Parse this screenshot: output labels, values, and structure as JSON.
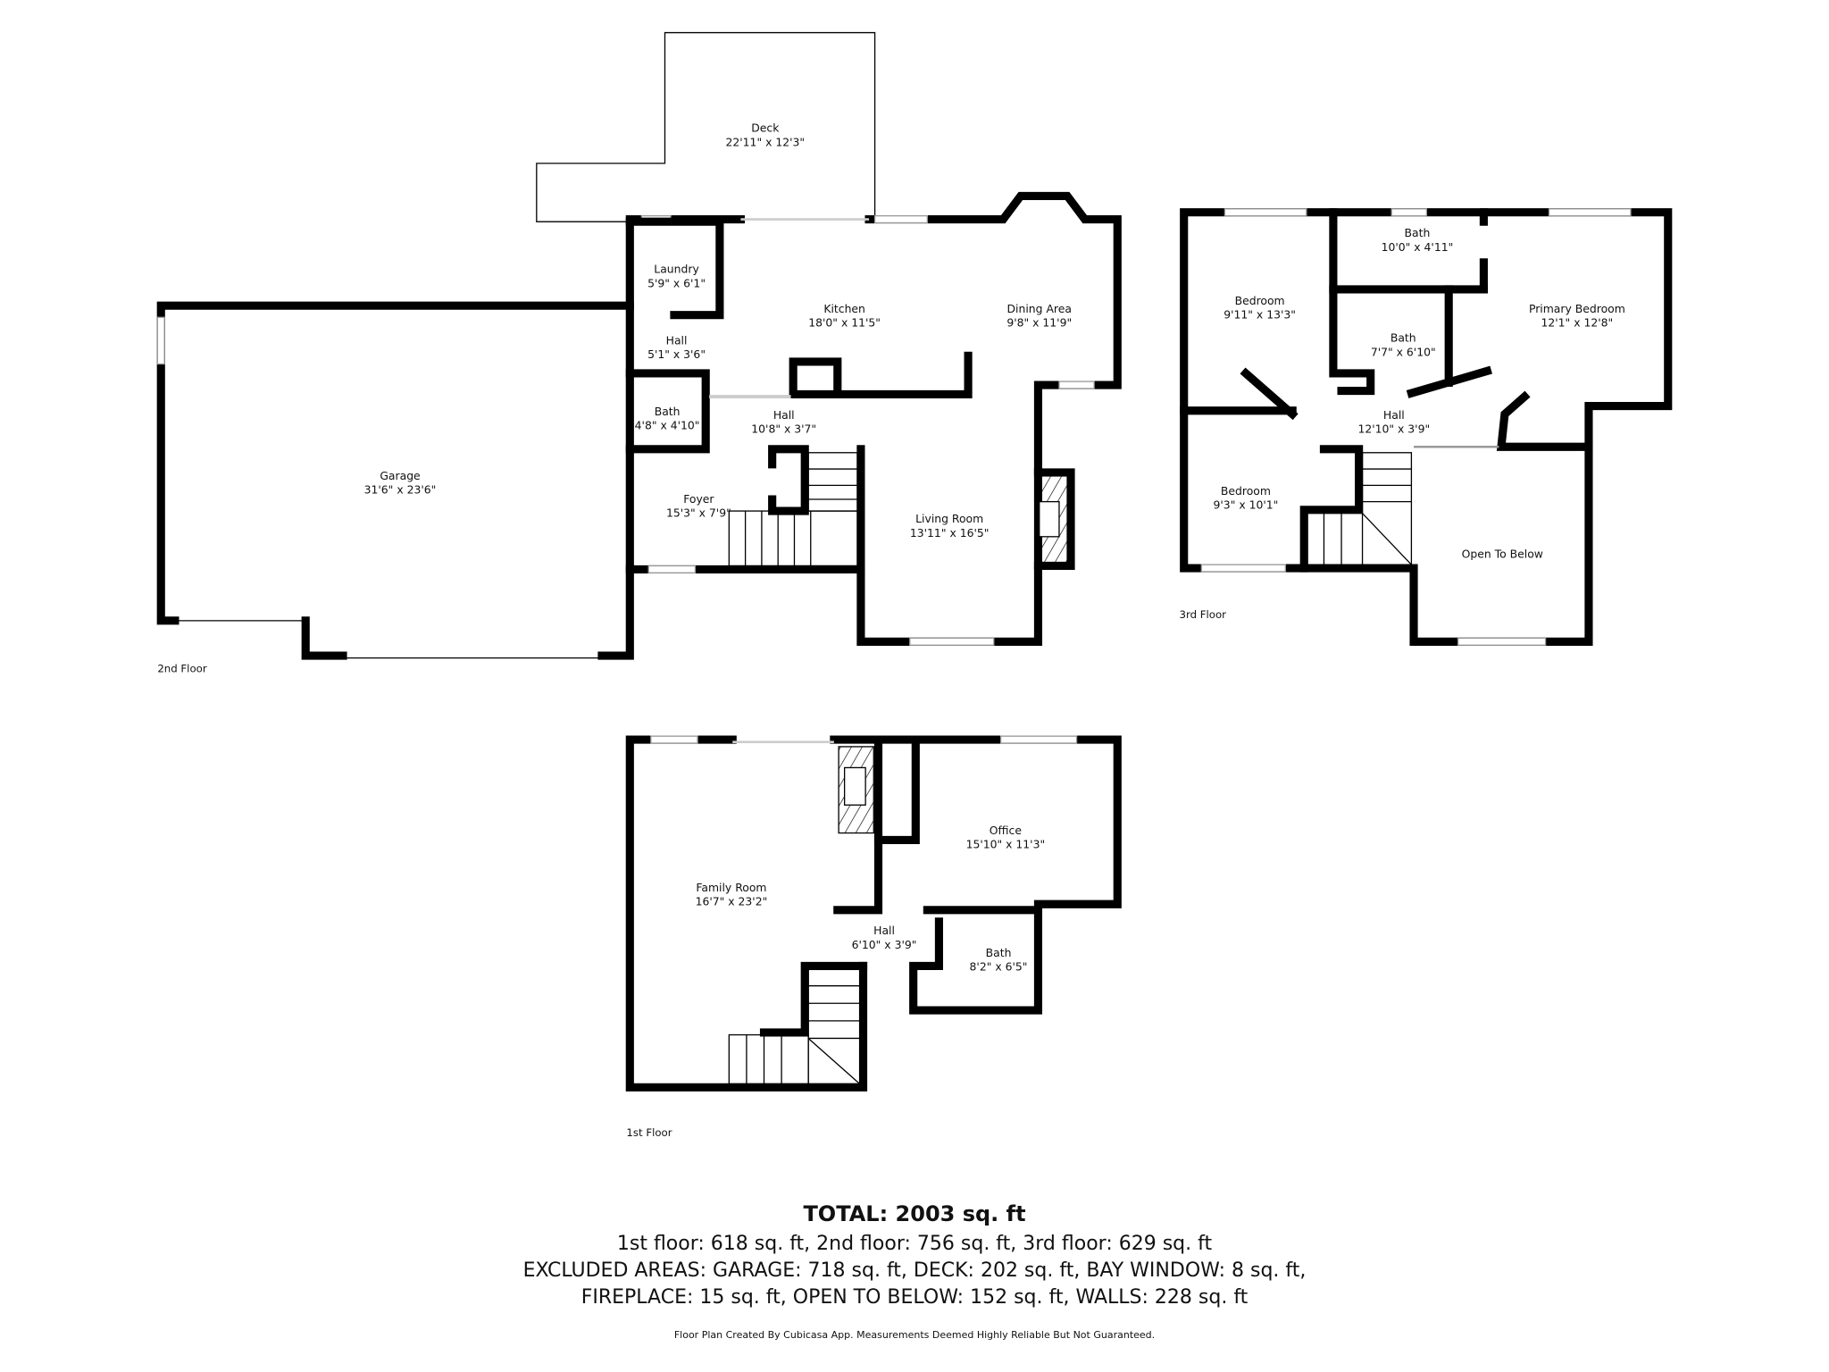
{
  "floors": {
    "second": {
      "label": "2nd Floor",
      "rooms": [
        {
          "name": "Deck",
          "size": "22'11\" x 12'3\""
        },
        {
          "name": "Laundry",
          "size": "5'9\" x 6'1\""
        },
        {
          "name": "Kitchen",
          "size": "18'0\" x 11'5\""
        },
        {
          "name": "Dining Area",
          "size": "9'8\" x 11'9\""
        },
        {
          "name": "Hall",
          "size": "5'1\" x 3'6\""
        },
        {
          "name": "Bath",
          "size": "4'8\" x 4'10\""
        },
        {
          "name": "Hall",
          "size": "10'8\" x 3'7\""
        },
        {
          "name": "Foyer",
          "size": "15'3\" x 7'9\""
        },
        {
          "name": "Living Room",
          "size": "13'11\" x 16'5\""
        },
        {
          "name": "Garage",
          "size": "31'6\" x 23'6\""
        }
      ]
    },
    "third": {
      "label": "3rd Floor",
      "rooms": [
        {
          "name": "Bedroom",
          "size": "9'11\" x 13'3\""
        },
        {
          "name": "Bath",
          "size": "10'0\" x 4'11\""
        },
        {
          "name": "Primary Bedroom",
          "size": "12'1\" x 12'8\""
        },
        {
          "name": "Bath",
          "size": "7'7\" x 6'10\""
        },
        {
          "name": "Hall",
          "size": "12'10\" x 3'9\""
        },
        {
          "name": "Bedroom",
          "size": "9'3\" x 10'1\""
        },
        {
          "name": "Open To Below",
          "size": ""
        }
      ]
    },
    "first": {
      "label": "1st Floor",
      "rooms": [
        {
          "name": "Office",
          "size": "15'10\" x 11'3\""
        },
        {
          "name": "Family Room",
          "size": "16'7\" x 23'2\""
        },
        {
          "name": "Hall",
          "size": "6'10\" x 3'9\""
        },
        {
          "name": "Bath",
          "size": "8'2\" x 6'5\""
        }
      ]
    }
  },
  "summary": {
    "total": "TOTAL: 2003 sq. ft",
    "line1": "1st floor: 618 sq. ft, 2nd floor: 756 sq. ft, 3rd floor: 629 sq. ft",
    "line2": "EXCLUDED AREAS: GARAGE: 718 sq. ft, DECK: 202 sq. ft, BAY WINDOW: 8 sq. ft,",
    "line3": "FIREPLACE: 15 sq. ft, OPEN TO BELOW: 152 sq. ft, WALLS: 228 sq. ft",
    "disclaimer": "Floor Plan Created By Cubicasa App. Measurements Deemed Highly Reliable But Not Guaranteed."
  }
}
